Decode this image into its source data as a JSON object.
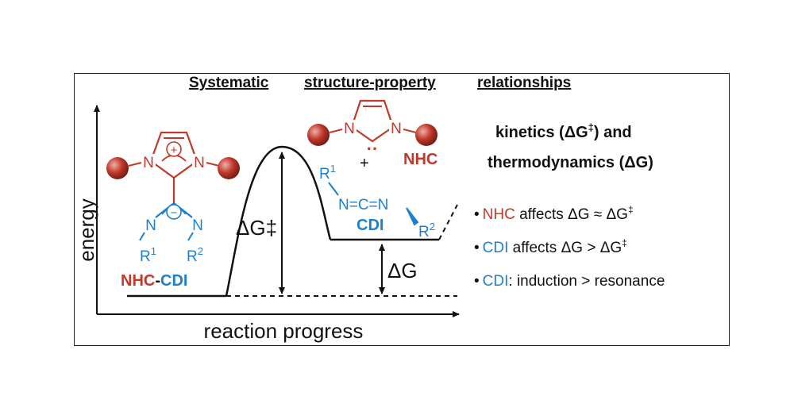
{
  "title": {
    "w1": "Systematic",
    "w2": "structure-property",
    "w3": "relationships"
  },
  "axes": {
    "y_label": "energy",
    "x_label": "reaction progress"
  },
  "barrier": {
    "activation_label": "ΔG‡",
    "reaction_label": "ΔG"
  },
  "reactant": {
    "label_nhc": "NHC",
    "label_dash": "-",
    "label_cdi": "CDI",
    "atom_n": "N",
    "r": "R",
    "sup1": "1",
    "sup2": "2",
    "plus": "+",
    "minus": "−"
  },
  "products": {
    "nhc_label": "NHC",
    "cdi_label": "CDI",
    "plus": "+",
    "lone_pair": "··",
    "cdi_formula_1": "N",
    "cdi_formula_2": "=C=",
    "cdi_formula_3": "N",
    "r": "R",
    "sup1": "1",
    "sup2": "2"
  },
  "summary": {
    "line1_a": "kinetics (ΔG",
    "line1_sup": "‡",
    "line1_b": ") and",
    "line2": "thermodynamics (ΔG)"
  },
  "bullets": [
    {
      "marker": "•",
      "key": "NHC",
      "key_color": "#c0392b",
      "text": " affects ΔG ≈ ΔG",
      "sup": "‡"
    },
    {
      "marker": "•",
      "key": "CDI",
      "key_color": "#1f7fcf",
      "text": " affects ΔG > ΔG",
      "sup": "‡"
    },
    {
      "marker": "•",
      "key": "CDI",
      "key_color": "#1f7fcf",
      "text": ": induction > resonance",
      "sup": ""
    }
  ],
  "colors": {
    "nhc": "#c0392b",
    "cdi": "#1f7fcf",
    "ink": "#111111"
  }
}
